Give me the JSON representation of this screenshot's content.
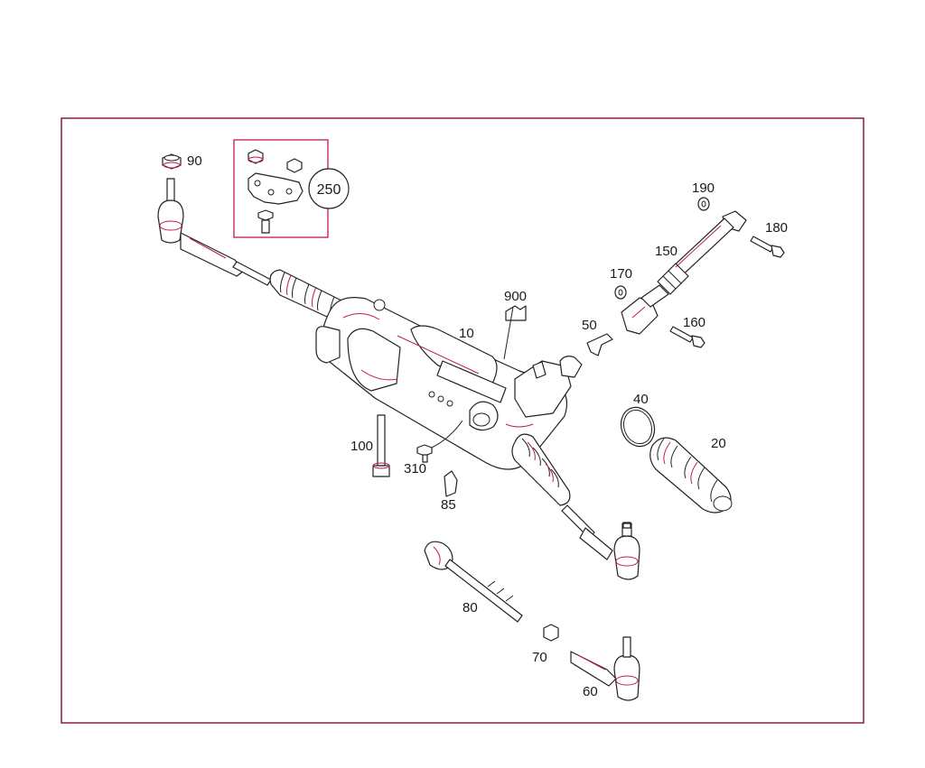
{
  "diagram": {
    "frame_color": "#8b1a3a",
    "accent_color": "#c0185a",
    "callouts": {
      "c90": "90",
      "c250": "250",
      "c190": "190",
      "c180": "180",
      "c150": "150",
      "c170": "170",
      "c900": "900",
      "c10": "10",
      "c50": "50",
      "c160": "160",
      "c40": "40",
      "c20": "20",
      "c100": "100",
      "c310": "310",
      "c85": "85",
      "c80": "80",
      "c70": "70",
      "c60": "60"
    }
  }
}
